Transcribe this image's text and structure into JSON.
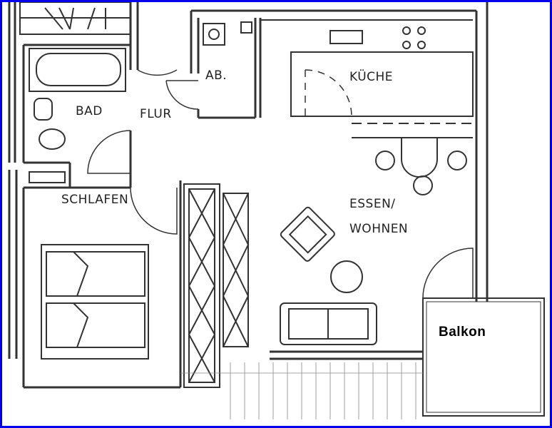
{
  "plan": {
    "rooms": {
      "bad": "BAD",
      "flur": "FLUR",
      "ab": "AB.",
      "kueche": "KÜCHE",
      "schlafen": "SCHLAFEN",
      "essen": "ESSEN/",
      "wohnen": "WOHNEN",
      "balkon": "Balkon"
    },
    "colors": {
      "frame": "#0000ee",
      "lines": "#333333"
    }
  }
}
